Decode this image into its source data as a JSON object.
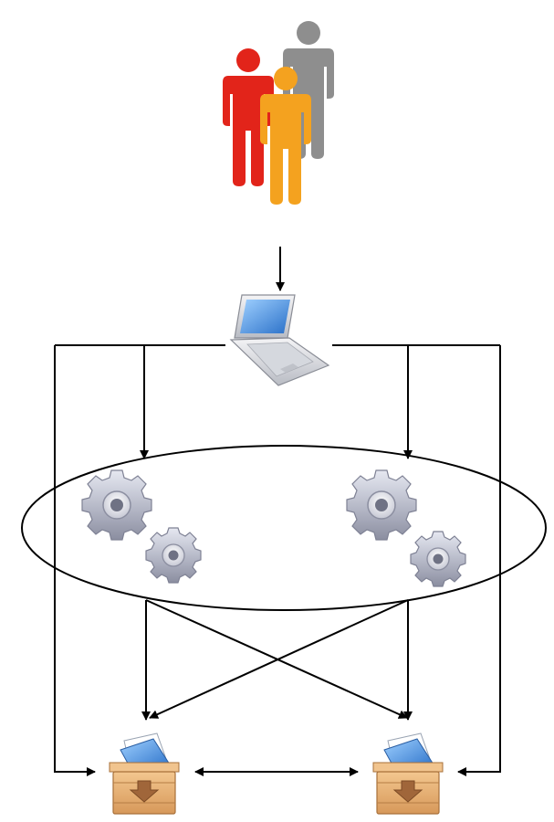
{
  "diagram": {
    "nodes": [
      {
        "id": "users",
        "icon": "users-group-icon",
        "colors": [
          "#9a9a9a",
          "#e8291c",
          "#f3a21e"
        ]
      },
      {
        "id": "client",
        "icon": "laptop-icon"
      },
      {
        "id": "cluster",
        "icon": "ellipse-group",
        "contains": [
          "service-left",
          "service-right"
        ]
      },
      {
        "id": "service-left",
        "icon": "gears-icon"
      },
      {
        "id": "service-right",
        "icon": "gears-icon"
      },
      {
        "id": "store-left",
        "icon": "package-box-icon"
      },
      {
        "id": "store-right",
        "icon": "package-box-icon"
      }
    ],
    "edges": [
      {
        "from": "users",
        "to": "client"
      },
      {
        "from": "client",
        "to": "service-left"
      },
      {
        "from": "client",
        "to": "service-right"
      },
      {
        "from": "client",
        "to": "store-left"
      },
      {
        "from": "client",
        "to": "store-right"
      },
      {
        "from": "service-left",
        "to": "store-left"
      },
      {
        "from": "service-left",
        "to": "store-right"
      },
      {
        "from": "service-right",
        "to": "store-left"
      },
      {
        "from": "service-right",
        "to": "store-right"
      },
      {
        "from": "store-left",
        "to": "store-right",
        "bidirectional": true
      }
    ],
    "colors": {
      "line": "#000000",
      "gear": "#b9bccb",
      "box": "#e0a867",
      "screen": "#3f8ad8"
    }
  }
}
